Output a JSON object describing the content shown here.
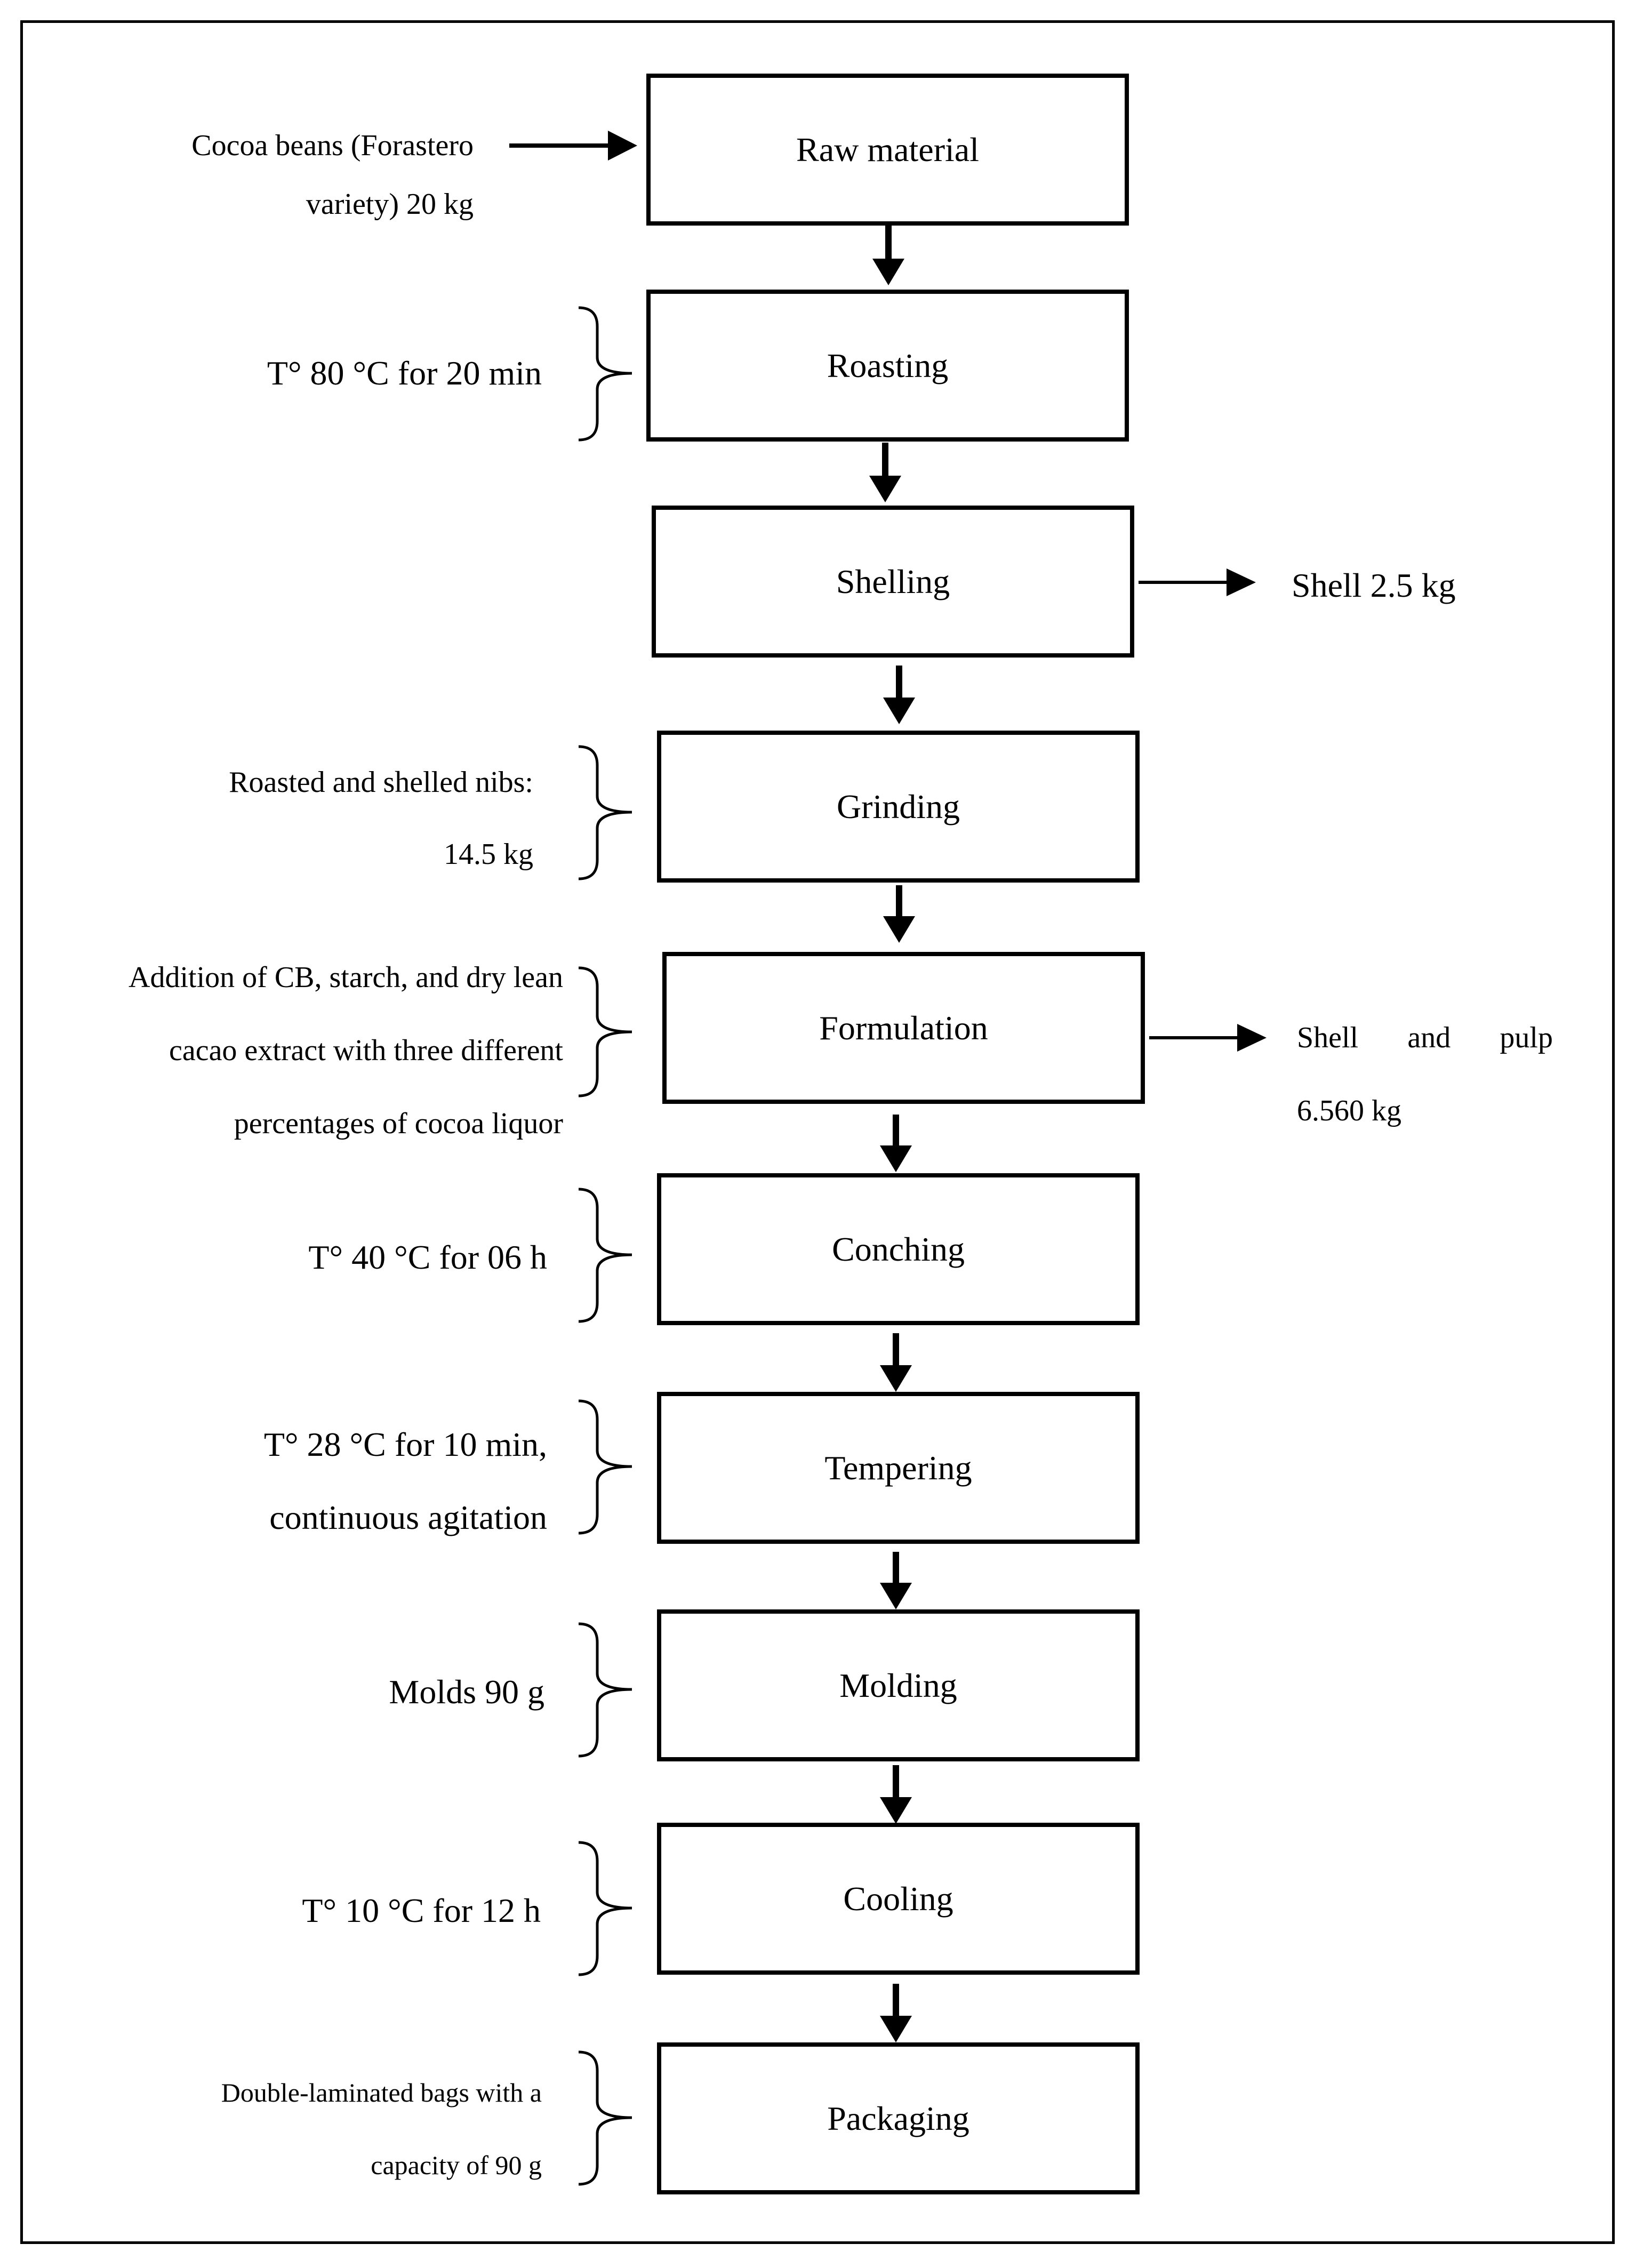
{
  "steps": [
    {
      "label": "Raw material"
    },
    {
      "label": "Roasting"
    },
    {
      "label": "Shelling"
    },
    {
      "label": "Grinding"
    },
    {
      "label": "Formulation"
    },
    {
      "label": "Conching"
    },
    {
      "label": "Tempering"
    },
    {
      "label": "Molding"
    },
    {
      "label": "Cooling"
    },
    {
      "label": "Packaging"
    }
  ],
  "inputs": {
    "raw_material": {
      "line1": "Cocoa beans (Forastero",
      "line2": "variety) 20 kg"
    },
    "roasting": {
      "line1": "T° 80 °C for 20 min"
    },
    "grinding": {
      "line1": "Roasted and shelled nibs:",
      "line2": "14.5 kg"
    },
    "formulation": {
      "line1": "Addition of CB, starch, and dry lean",
      "line2": "cacao extract with three different",
      "line3": "percentages of cocoa liquor"
    },
    "conching": {
      "line1": "T° 40 °C for 06 h"
    },
    "tempering": {
      "line1": "T° 28 °C for 10 min,",
      "line2": "continuous agitation"
    },
    "molding": {
      "line1": "Molds 90 g"
    },
    "cooling": {
      "line1": "T° 10 °C for 12 h"
    },
    "packaging": {
      "line1": "Double-laminated bags with a",
      "line2": "capacity of 90 g"
    }
  },
  "outputs": {
    "shelling": {
      "line1": "Shell 2.5 kg"
    },
    "formulation": {
      "word1": "Shell",
      "word2": "and",
      "word3": "pulp",
      "line2": "6.560 kg"
    }
  }
}
